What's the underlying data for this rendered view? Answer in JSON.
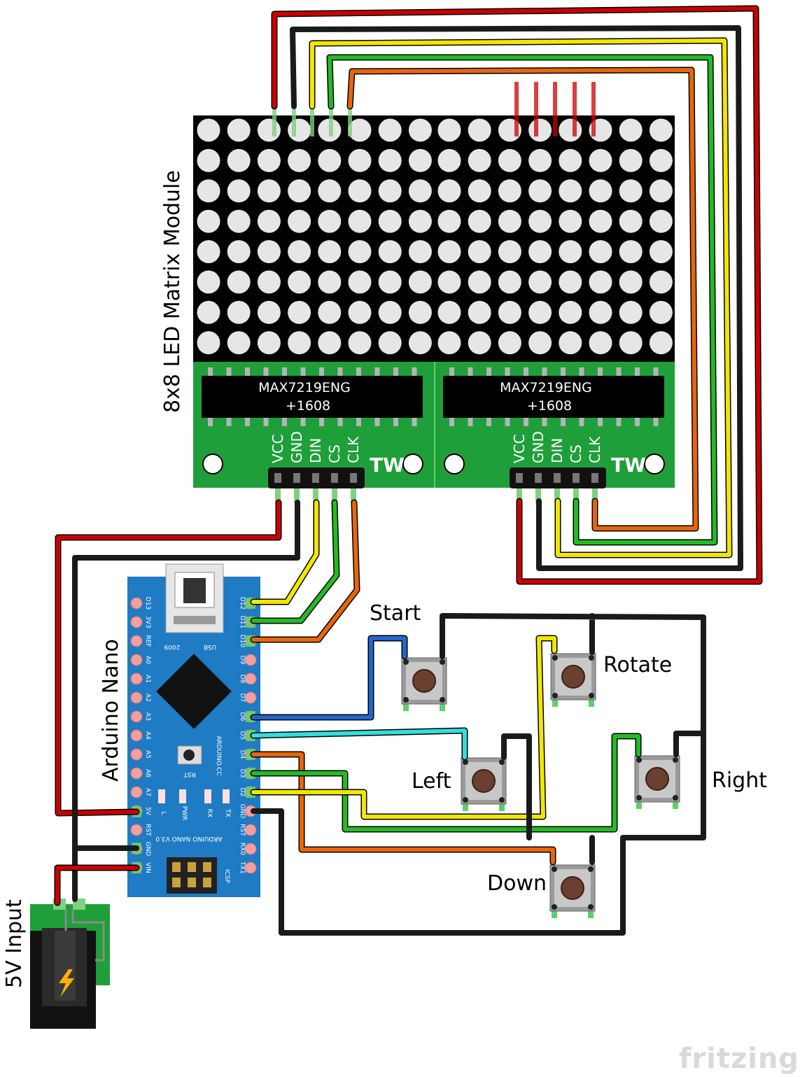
{
  "labels": {
    "matrix_module": "8x8 LED Matrix Module",
    "arduino": "Arduino Nano",
    "power_input": "5V Input",
    "start": "Start",
    "rotate": "Rotate",
    "left": "Left",
    "right": "Right",
    "down": "Down",
    "watermark": "fritzing"
  },
  "matrix": {
    "chip_name": "MAX7219ENG",
    "chip_code": "+1608",
    "logo": "TW",
    "pins": [
      "VCC",
      "GND",
      "DIN",
      "CS",
      "CLK"
    ],
    "rows": 8,
    "cols": 8,
    "modules": 2
  },
  "nano": {
    "left_pins": [
      "D13",
      "3V3",
      "REF",
      "A0",
      "A1",
      "A2",
      "A3",
      "A4",
      "A5",
      "A6",
      "A7",
      "5V",
      "RST",
      "GND",
      "VIN"
    ],
    "right_pins": [
      "D12",
      "D11",
      "D10",
      "D9",
      "D8",
      "D7",
      "D6",
      "D5",
      "D4",
      "D3",
      "D2",
      "GND",
      "RST",
      "RX0",
      "TX1"
    ],
    "usb": "USB",
    "year": "2009",
    "rst": "RST",
    "site": "ARDUINO.CC",
    "leds": [
      "L",
      "PWR",
      "RX",
      "TX"
    ],
    "board_name": "ARDUINO NANO V3.0",
    "icsp": "ICSP"
  },
  "colors": {
    "board_green": "#1f9f3a",
    "nano_blue": "#1e7bc4",
    "wire_red": "#cc0000",
    "wire_black": "#1a1a1a",
    "wire_yellow": "#f2e600",
    "wire_green": "#22bb22",
    "wire_orange": "#e8650c",
    "wire_blue": "#2266cc",
    "wire_cyan": "#33dddd"
  }
}
